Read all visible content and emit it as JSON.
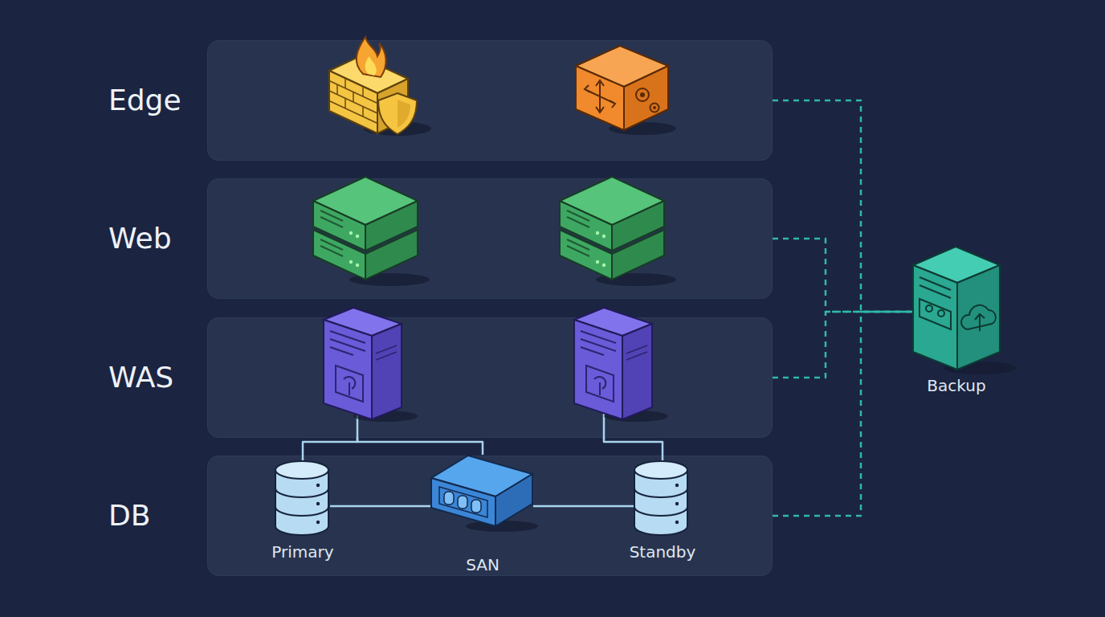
{
  "diagram": {
    "nodes": [
      {
        "text": [
          "Edge"
        ]
      },
      {
        "text": [
          "Web"
        ]
      },
      {
        "text": [
          "WAS"
        ]
      },
      {
        "text": [
          "DB"
        ]
      },
      {
        "text": [
          "Primary"
        ],
        "in": 3
      },
      {
        "text": [
          "SAN"
        ],
        "in": 3
      },
      {
        "text": [
          "Standby"
        ],
        "in": 3
      },
      {
        "text": [
          "Backup"
        ]
      }
    ],
    "edges": [
      {
        "from": 4,
        "to": 5,
        "arrow": "none"
      },
      {
        "from": 5,
        "to": 6,
        "arrow": "none"
      },
      {
        "from": 2,
        "to": 4,
        "arrow": "none"
      },
      {
        "from": 2,
        "to": 5,
        "arrow": "none"
      },
      {
        "from": 2,
        "to": 6,
        "arrow": "none"
      },
      {
        "from": 0,
        "to": 7,
        "arrow": "none"
      },
      {
        "from": 1,
        "to": 7,
        "arrow": "none"
      },
      {
        "from": 2,
        "to": 7,
        "arrow": "none"
      },
      {
        "from": 3,
        "to": 7,
        "arrow": "none"
      }
    ]
  }
}
